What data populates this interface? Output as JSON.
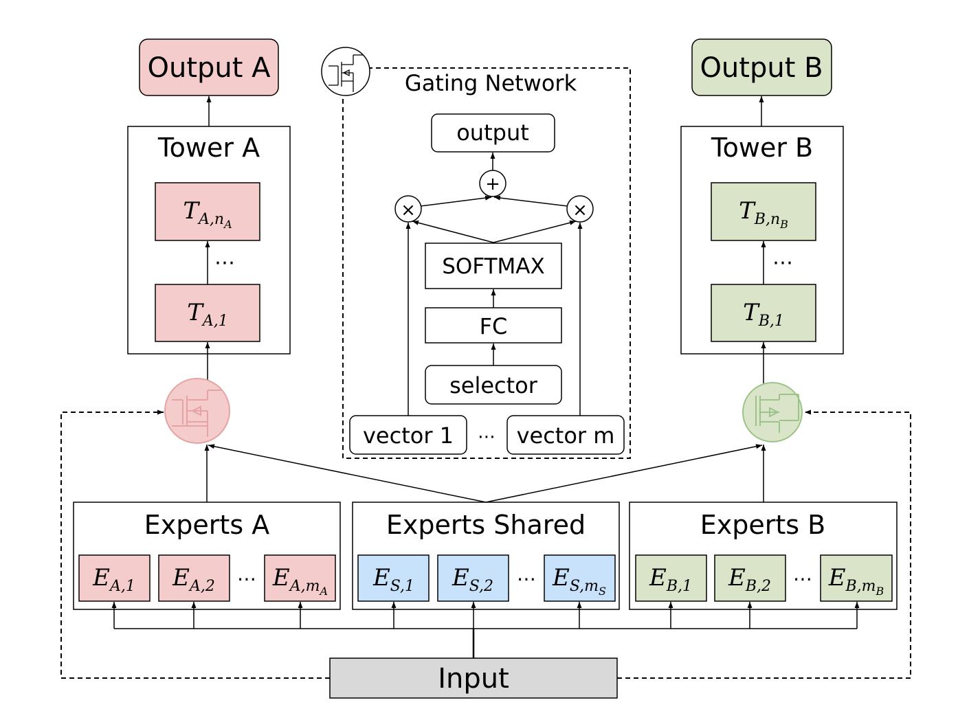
{
  "colors": {
    "red_fill": "#f4cccc",
    "green_fill": "#d9e4c8",
    "blue_fill": "#c9e2fb",
    "gray_fill": "#d9d9d9",
    "stroke": "#000000",
    "gate_red": "#e6a3a3",
    "gate_green": "#9cc48a"
  },
  "outputs": {
    "a": "Output A",
    "b": "Output B"
  },
  "towers": {
    "a": {
      "title": "Tower A",
      "top_base": "T",
      "top_sub": "A,n",
      "top_subsub": "A",
      "dots": "⋯",
      "bottom_base": "T",
      "bottom_sub": "A,1"
    },
    "b": {
      "title": "Tower B",
      "top_base": "T",
      "top_sub": "B,n",
      "top_subsub": "B",
      "dots": "⋯",
      "bottom_base": "T",
      "bottom_sub": "B,1"
    }
  },
  "gating": {
    "title": "Gating Network",
    "output": "output",
    "plus": "+",
    "times": "×",
    "softmax": "SOFTMAX",
    "fc": "FC",
    "selector": "selector",
    "vector_first": "vector 1",
    "vector_dots": "⋯",
    "vector_last": "vector m"
  },
  "experts": {
    "a": {
      "title": "Experts A",
      "e1_sub": "A,1",
      "e2_sub": "A,2",
      "dots": "⋯",
      "em_sub": "A,m",
      "em_subsub": "A"
    },
    "shared": {
      "title": "Experts Shared",
      "e1_sub": "S,1",
      "e2_sub": "S,2",
      "dots": "⋯",
      "em_sub": "S,m",
      "em_subsub": "S"
    },
    "b": {
      "title": "Experts B",
      "e1_sub": "B,1",
      "e2_sub": "B,2",
      "dots": "⋯",
      "em_sub": "B,m",
      "em_subsub": "B"
    },
    "base": "E"
  },
  "input": "Input"
}
